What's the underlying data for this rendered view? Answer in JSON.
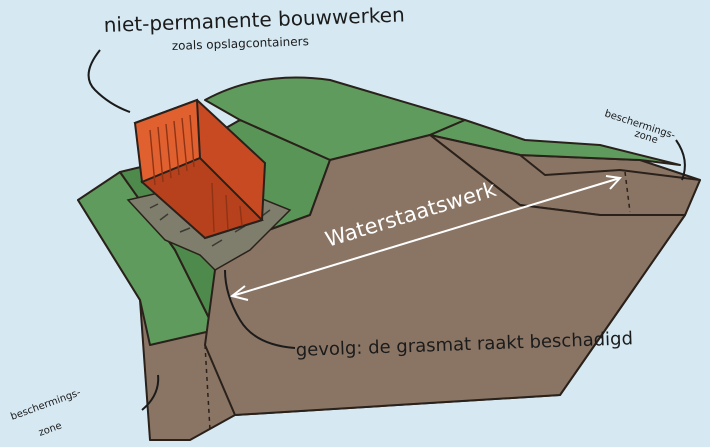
{
  "labels": {
    "title": "niet-permanente bouwwerken",
    "subtitle": "zoals opslagcontainers",
    "dike": "Waterstaatswerk",
    "consequence": "gevolg: de grasmat raakt beschadigd",
    "zone_right_1": "beschermings-",
    "zone_right_2": "zone",
    "zone_left_1": "beschermings-",
    "zone_left_2": "zone"
  },
  "colors": {
    "background": "#d6e9f3",
    "grass": "#5e9b5c",
    "grass_dark": "#4b8349",
    "soil": "#8a7565",
    "soil_dark": "#6f5c4e",
    "container": "#d9572c",
    "container_dark": "#a83f1e",
    "arrow": "#ffffff"
  }
}
